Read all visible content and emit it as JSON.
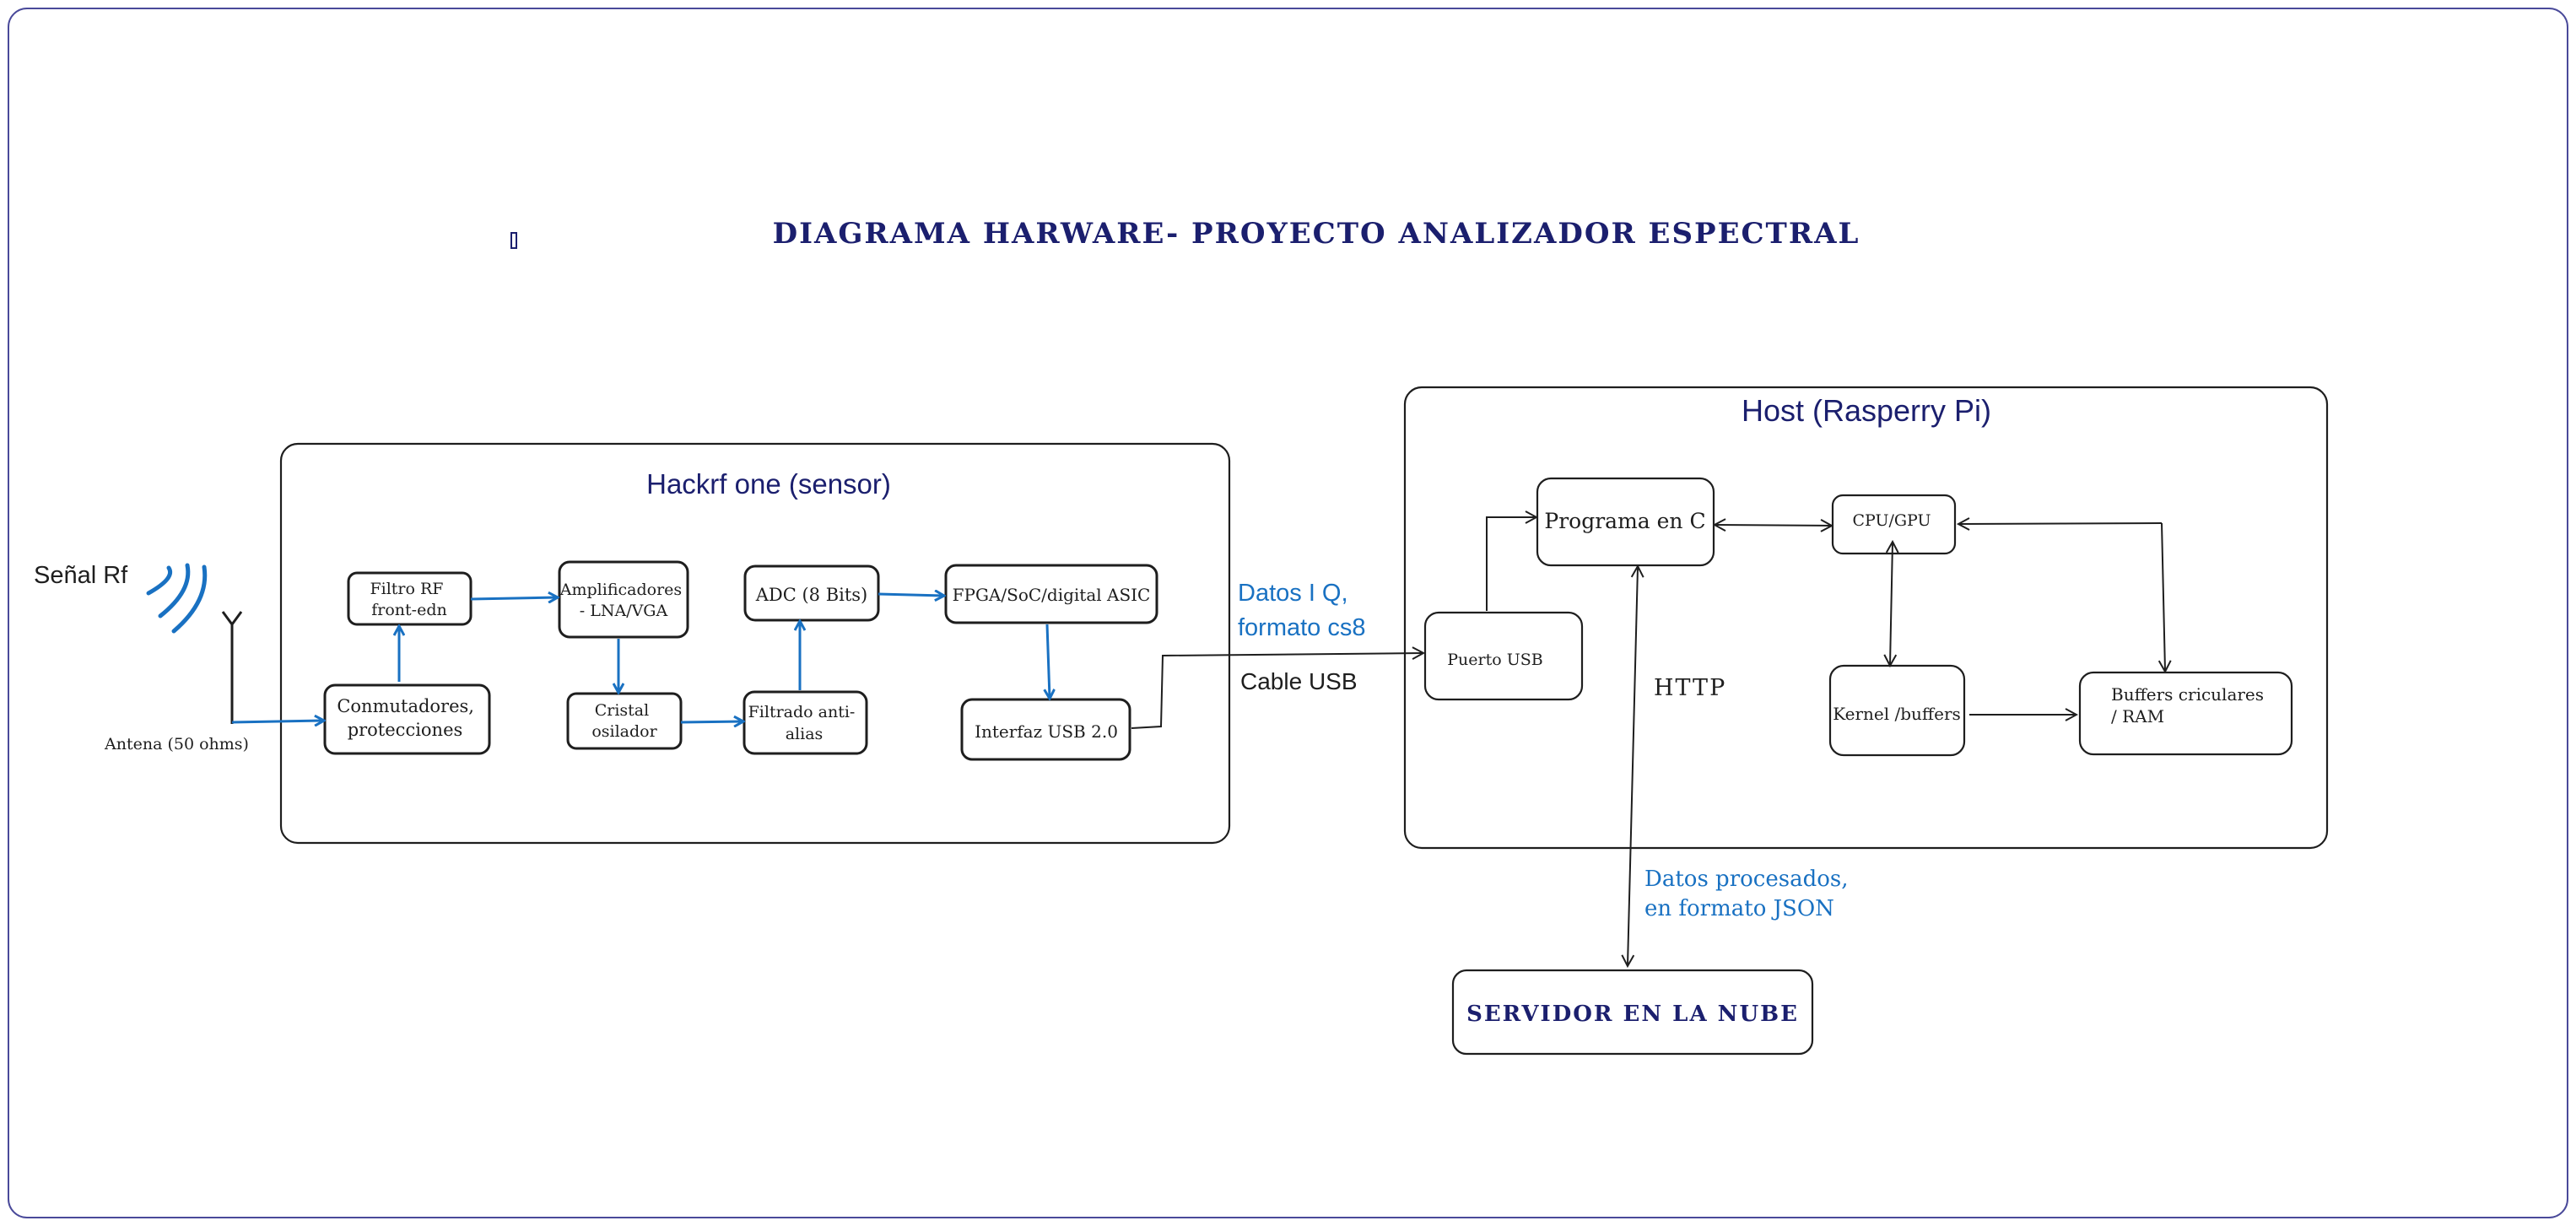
{
  "title": "DIAGRAMA HARWARE- PROYECTO ANALIZADOR ESPECTRAL",
  "colors": {
    "navy": "#1b1f6e",
    "blue": "#1971c2",
    "ink": "#1e1e1e",
    "frame": "#4a4a9a"
  },
  "hackrf": {
    "title": "Hackrf one (sensor)",
    "filtro": [
      "Filtro RF",
      "front-edn"
    ],
    "amplificadores": [
      "Amplificadores",
      "- LNA/VGA"
    ],
    "adc": "ADC (8 Bits)",
    "fpga": "FPGA/SoC/digital ASIC",
    "conmutadores": [
      "Conmutadores,",
      "protecciones"
    ],
    "cristal": [
      "Cristal",
      "osilador"
    ],
    "filtrado": [
      "Filtrado anti-",
      "alias"
    ],
    "interfaz": "Interfaz USB 2.0"
  },
  "senal": "Señal Rf",
  "antena": "Antena (50 ohms)",
  "link": {
    "datos": [
      "Datos I Q,",
      "formato cs8"
    ],
    "cable": "Cable USB"
  },
  "host": {
    "title": "Host (Rasperry Pi)",
    "puerto": "Puerto USB",
    "programa": "Programa en C",
    "cpu": "CPU/GPU",
    "kernel": "Kernel /buffers",
    "buffers": [
      "Buffers criculares",
      "/ RAM"
    ]
  },
  "http": "HTTP",
  "procesados": [
    "Datos procesados,",
    "en formato JSON"
  ],
  "servidor": "SERVIDOR EN LA NUBE"
}
